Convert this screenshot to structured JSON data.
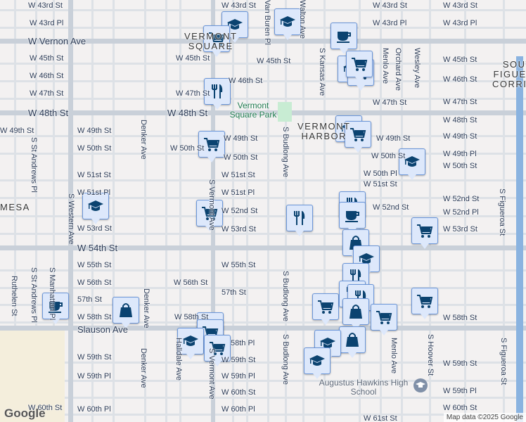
{
  "colors": {
    "marker_fill": "#dde8fb",
    "marker_border": "#6a95d8",
    "icon": "#0b4370",
    "park": "#c8ecd3",
    "freeway": "#8ab3e0"
  },
  "streets": [
    "W 43rd St",
    "W 43rd Pl",
    "W 43rd St",
    "W 43rd St",
    "W 43rd St",
    "W 43rd Pl",
    "W 43rd Pl",
    "W Vernon Ave",
    "W 45th St",
    "W 45th St",
    "W 45th St",
    "W 45th St",
    "W 46th St",
    "W 46th St",
    "W 46th St",
    "W 47th St",
    "W 47th St",
    "W 47th St",
    "W 47th St",
    "W 48th St",
    "W 48th St",
    "W 48th St",
    "W 49th St",
    "W 49th St",
    "W 49th St",
    "W 49th St",
    "W 49th St",
    "W 50th St",
    "W 50th St",
    "W 50th St",
    "W 50th St",
    "W 49th Pl",
    "W 50th St",
    "W 51st St",
    "W 51st St",
    "W 50th Pl",
    "W 51st St",
    "W 51st Pl",
    "W 51st Pl",
    "W 52nd St",
    "W 52nd St",
    "W 52nd St",
    "W 52nd Pl",
    "W 53rd St",
    "W 53rd St",
    "W 53rd St",
    "W 54th St",
    "W 55th St",
    "W 55th St",
    "W 56th St",
    "W 56th St",
    "57th St",
    "57th St",
    "W 58th St",
    "W 58th St",
    "W 58th St",
    "Slauson Ave",
    "W 59th St",
    "W 59th St",
    "W 59th Pl",
    "W 59th Pl",
    "W 60th St",
    "W 60th St",
    "W 60th Pl",
    "W 60th Pl",
    "W 59th St",
    "W 59th Pl",
    "W 60th St",
    "W 61st St",
    "58th Pl"
  ],
  "vstreets": [
    "S Western Ave",
    "S St Andrews Pl",
    "S St Andrews Pl",
    "S Manhattan Pl",
    "Ruthelen St",
    "Denker Ave",
    "Denker Ave",
    "Denker Ave",
    "S Budlong Ave",
    "S Budlong Ave",
    "S Budlong Ave",
    "S Kansas Ave",
    "Menlo Ave",
    "Orchard Ave",
    "Wesley Ave",
    "Menlo Ave",
    "S Hoover St",
    "S Figueroa St",
    "S Figueroa St",
    "Van Buren Pl",
    "Walton Ave",
    "S Vermont Ave",
    "S Vermont Ave",
    "Halldale Ave"
  ],
  "neighborhoods": [
    "VERMONT\nSQUARE",
    "VERMONT\nHARBOR",
    "SOUTH\nFIGUEROA\nCORRIDOR",
    "MESA"
  ],
  "park": "Vermont Square Park",
  "school": "Augustus Hawkins High School",
  "markers": [
    "school",
    "school",
    "grocery",
    "cafe",
    "school",
    "grocery",
    "grocery",
    "restaurant",
    "school",
    "grocery",
    "grocery",
    "school",
    "school",
    "grocery",
    "restaurant",
    "restaurant",
    "cafe",
    "grocery",
    "shopping",
    "school",
    "restaurant",
    "grocery",
    "cafe",
    "shopping",
    "grocery",
    "restaurant",
    "restaurant",
    "shopping",
    "grocery",
    "shopping",
    "school",
    "school",
    "school",
    "grocery",
    "school",
    "grocery"
  ],
  "attribution": {
    "logo": "Google",
    "text": "Map data ©2025 Google"
  }
}
